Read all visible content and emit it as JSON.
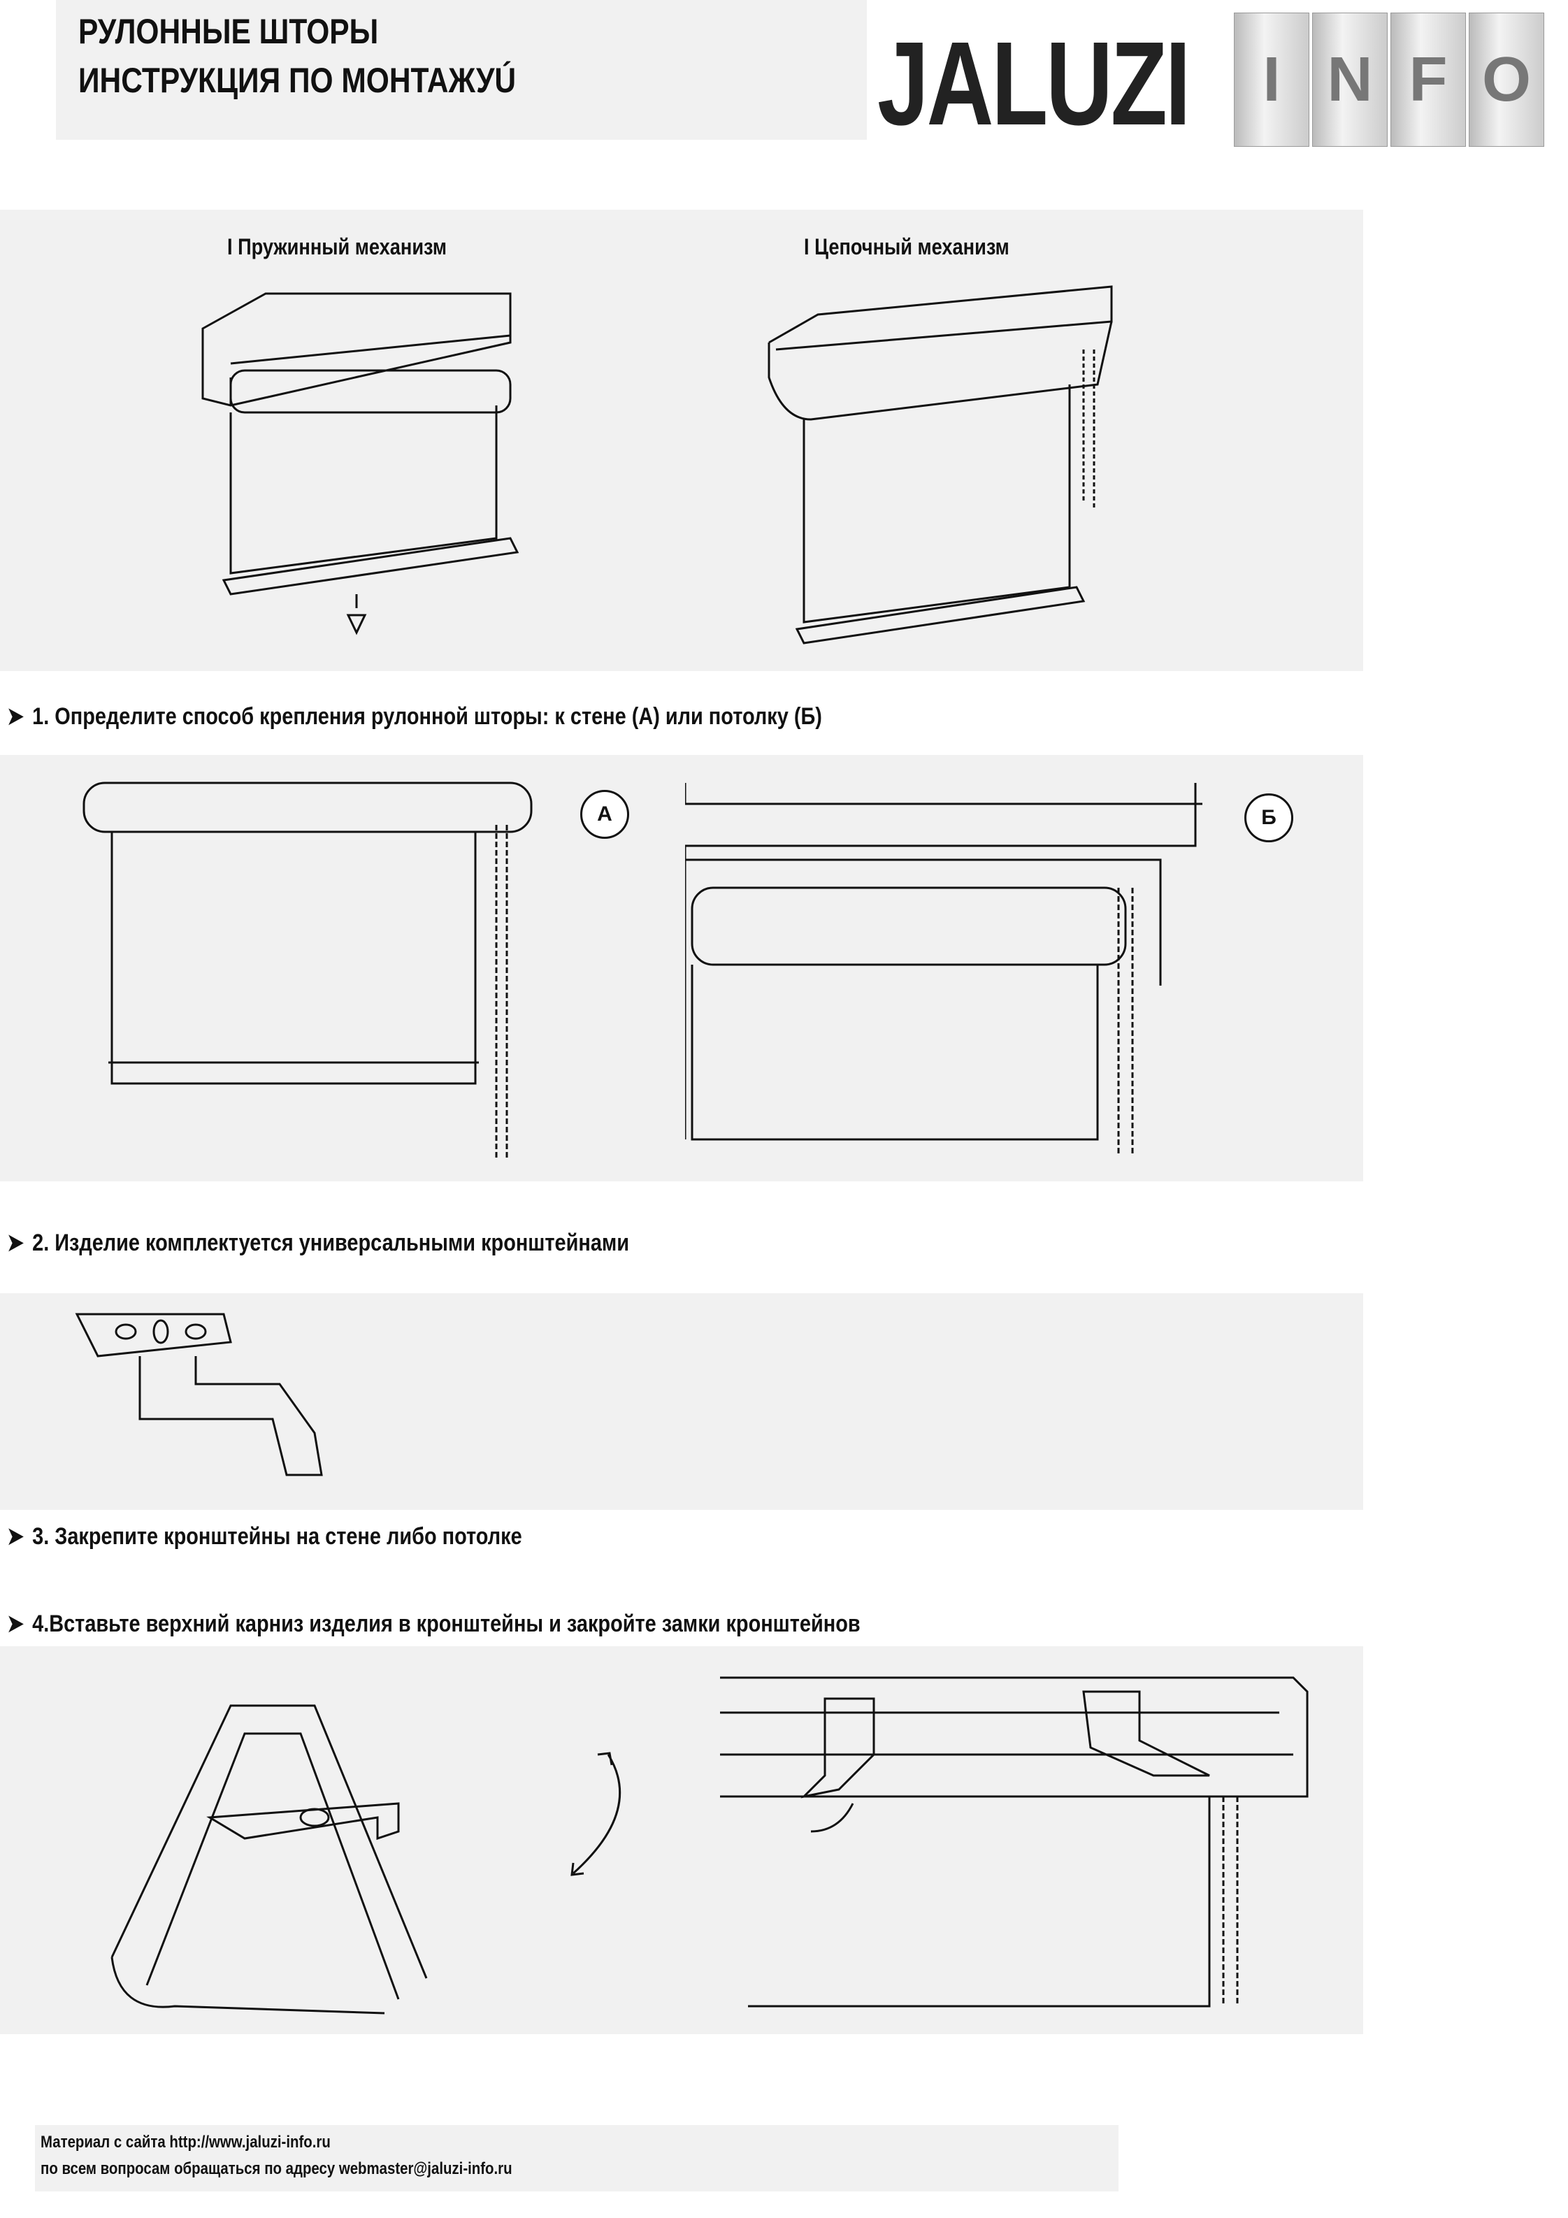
{
  "header": {
    "title_line1": "РУЛОННЫЕ ШТОРЫ",
    "title_line2": "ИНСТРУКЦИЯ ПО МОНТАЖУÚ"
  },
  "logo": {
    "main": "JALUZI",
    "tiles": [
      "I",
      "N",
      "F",
      "O"
    ]
  },
  "mechanisms": {
    "spring": "I Пружинный механизм",
    "chain": "I Цепочный механизм"
  },
  "steps": [
    {
      "text": "1. Определите способ крепления рулонной шторы: к стене (А) или потолку (Б)"
    },
    {
      "text": "2. Изделие комплектуется универсальными кронштейнами"
    },
    {
      "text": "3. Закрепите кронштейны на стене либо потолке"
    },
    {
      "text": "4.Вставьте верхний карниз изделия в кронштейны и закройте замки кронштейнов"
    }
  ],
  "mount_labels": {
    "wall": "А",
    "ceiling": "Б"
  },
  "footer": {
    "line1": "Материал с сайта http://www.jaluzi-info.ru",
    "line2": "по всем вопросам обращаться по адресу webmaster@jaluzi-info.ru"
  }
}
